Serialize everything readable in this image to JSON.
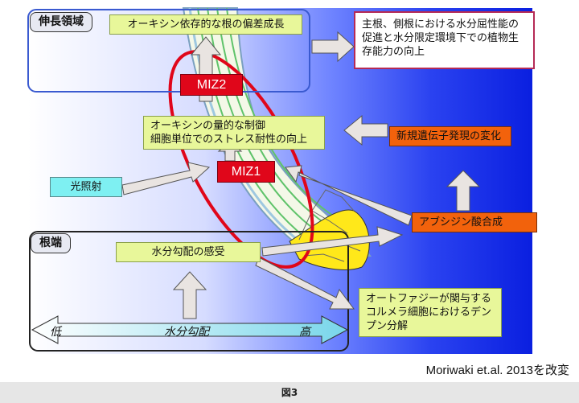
{
  "regions": {
    "elongation": "伸長領域",
    "root_tip": "根端"
  },
  "labels": {
    "auxin_growth": "オーキシン依存的な根の偏差成長",
    "result": "主根、側根における水分屈性能の促進と水分限定環境下での植物生存能力の向上",
    "miz2": "MIZ2",
    "miz1": "MIZ1",
    "auxin_control": "オーキシンの量的な制御\n細胞単位でのストレス耐性の向上",
    "gene_expression": "新規遺伝子発現の変化",
    "light": "光照射",
    "aba": "アブシジン酸合成",
    "gradient_sense": "水分勾配の感受",
    "autophagy": "オートファジーが関与する\nコルメラ細胞におけるデン\nプン分解"
  },
  "gradient": {
    "low": "低",
    "title": "水分勾配",
    "high": "高"
  },
  "credit": "Moriwaki et.al. 2013を改変",
  "caption": "図3",
  "colors": {
    "blue_dark": "#0a1fe0",
    "label_green": "#e8f79a",
    "label_orange": "#f2620c",
    "label_cyan": "#7ef0f2",
    "miz_red": "#e0061a"
  }
}
